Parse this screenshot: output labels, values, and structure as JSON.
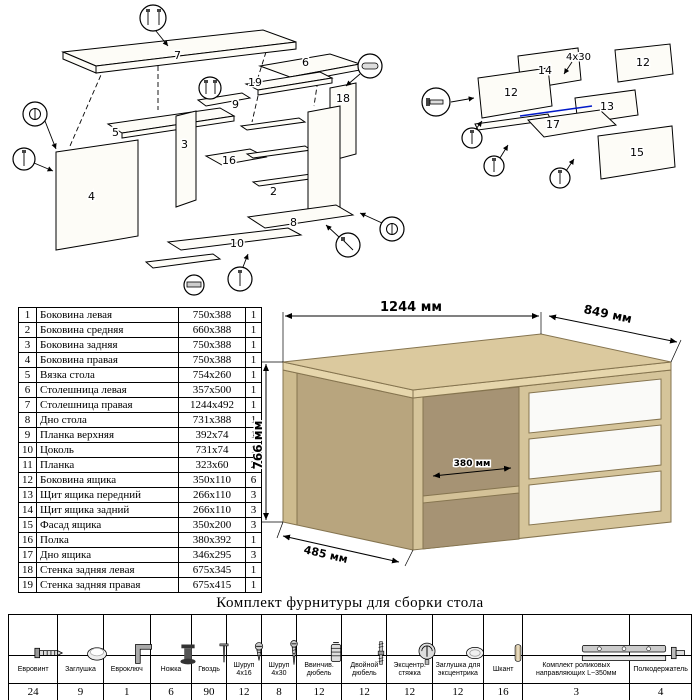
{
  "left_diagram": {
    "labels": {
      "p7": "7",
      "p6": "6",
      "p19": "19",
      "p18": "18",
      "p9": "9",
      "p5": "5",
      "p3": "3",
      "p16": "16",
      "p2": "2",
      "p4": "4",
      "p10": "10",
      "p8": "8"
    }
  },
  "right_diagram": {
    "labels": {
      "p14": "14",
      "p12a": "12",
      "p12b": "12",
      "p13": "13",
      "p17": "17",
      "p15": "15"
    },
    "note": "4x30"
  },
  "desk_dims": {
    "width": "1244 мм",
    "depth": "849 мм",
    "height": "766 мм",
    "shelf": "380 мм",
    "side": "485 мм"
  },
  "parts_table": {
    "rows": [
      {
        "num": "1",
        "name": "Боковина левая",
        "size": "750x388",
        "qty": "1"
      },
      {
        "num": "2",
        "name": "Боковина средняя",
        "size": "660x388",
        "qty": "1"
      },
      {
        "num": "3",
        "name": "Боковина задняя",
        "size": "750x388",
        "qty": "1"
      },
      {
        "num": "4",
        "name": "Боковина правая",
        "size": "750x388",
        "qty": "1"
      },
      {
        "num": "5",
        "name": "Вязка стола",
        "size": "754x260",
        "qty": "1"
      },
      {
        "num": "6",
        "name": "Столешница левая",
        "size": "357x500",
        "qty": "1"
      },
      {
        "num": "7",
        "name": "Столешница правая",
        "size": "1244x492",
        "qty": "1"
      },
      {
        "num": "8",
        "name": "Дно стола",
        "size": "731x388",
        "qty": "1"
      },
      {
        "num": "9",
        "name": "Планка верхняя",
        "size": "392x74",
        "qty": "1"
      },
      {
        "num": "10",
        "name": "Цоколь",
        "size": "731x74",
        "qty": "1"
      },
      {
        "num": "11",
        "name": "Планка",
        "size": "323x60",
        "qty": "2"
      },
      {
        "num": "12",
        "name": "Боковина ящика",
        "size": "350x110",
        "qty": "6"
      },
      {
        "num": "13",
        "name": "Щит ящика передний",
        "size": "266x110",
        "qty": "3"
      },
      {
        "num": "14",
        "name": "Щит ящика задний",
        "size": "266x110",
        "qty": "3"
      },
      {
        "num": "15",
        "name": "Фасад ящика",
        "size": "350x200",
        "qty": "3"
      },
      {
        "num": "16",
        "name": "Полка",
        "size": "380x392",
        "qty": "1"
      },
      {
        "num": "17",
        "name": "Дно ящика",
        "size": "346x295",
        "qty": "3"
      },
      {
        "num": "18",
        "name": "Стенка задняя левая",
        "size": "675x345",
        "qty": "1"
      },
      {
        "num": "19",
        "name": "Стенка задняя правая",
        "size": "675x415",
        "qty": "1"
      }
    ]
  },
  "hardware": {
    "caption": "Комплект фурнитуры для сборки стола",
    "items": [
      {
        "name": "Евровинт",
        "qty": "24"
      },
      {
        "name": "Заглушка",
        "qty": "9"
      },
      {
        "name": "Евроключ",
        "qty": "1"
      },
      {
        "name": "Ножка",
        "qty": "6"
      },
      {
        "name": "Гвоздь",
        "qty": "90"
      },
      {
        "name": "Шуруп 4x16",
        "qty": "12"
      },
      {
        "name": "Шуруп 4x30",
        "qty": "8"
      },
      {
        "name": "Ввинчив. дюбель",
        "qty": "12"
      },
      {
        "name": "Двойной дюбель",
        "qty": "12"
      },
      {
        "name": "Эксцентр. стяжка",
        "qty": "12"
      },
      {
        "name": "Заглушка для эксцентрика",
        "qty": "12"
      },
      {
        "name": "Шкант",
        "qty": "16"
      },
      {
        "name": "Комплект роликовых направляющих L~350мм",
        "qty": "3"
      },
      {
        "name": "Полкодержатель",
        "qty": "4"
      }
    ]
  }
}
